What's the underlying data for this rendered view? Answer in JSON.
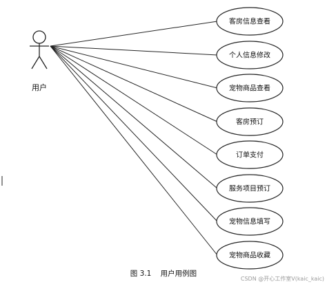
{
  "actor": {
    "label": "用户"
  },
  "use_cases": [
    "客房信息查看",
    "个人信息修改",
    "宠物商品查看",
    "客房预订",
    "订单支付",
    "服务项目预订",
    "宠物信息填写",
    "宠物商品收藏"
  ],
  "caption": "图 3.1    用户用例图",
  "watermark": "CSDN @开心工作室V(kaic_kaic)",
  "colors": {
    "line": "#222222",
    "background": "#ffffff"
  }
}
